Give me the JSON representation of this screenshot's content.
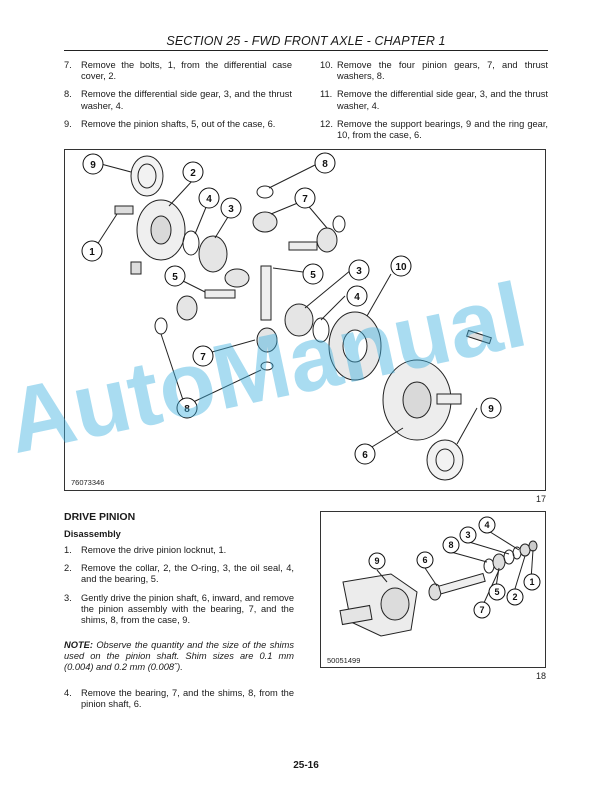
{
  "header": {
    "title": "SECTION 25 - FWD FRONT AXLE - CHAPTER 1"
  },
  "steps_left": [
    {
      "num": "7.",
      "text": "Remove the bolts, 1, from the differential case cover, 2."
    },
    {
      "num": "8.",
      "text": "Remove the differential side gear, 3, and the thrust washer, 4."
    },
    {
      "num": "9.",
      "text": "Remove the pinion shafts, 5, out of the case, 6."
    }
  ],
  "steps_right": [
    {
      "num": "10.",
      "text": "Remove the four pinion gears, 7, and thrust washers, 8."
    },
    {
      "num": "11.",
      "text": "Remove the differential side gear, 3, and the thrust washer, 4."
    },
    {
      "num": "12.",
      "text": "Remove the support bearings, 9 and the ring gear, 10, from the case, 6."
    }
  ],
  "figure1": {
    "id": "76073346",
    "number": "17",
    "callouts": [
      "9",
      "2",
      "4",
      "3",
      "1",
      "8",
      "7",
      "5",
      "5",
      "3",
      "10",
      "4",
      "7",
      "8",
      "9",
      "6"
    ]
  },
  "drive_pinion": {
    "title": "DRIVE PINION",
    "subtitle": "Disassembly",
    "steps": [
      {
        "num": "1.",
        "text": "Remove the drive pinion locknut, 1."
      },
      {
        "num": "2.",
        "text": "Remove the collar, 2, the O-ring, 3, the oil seal, 4, and the bearing, 5."
      },
      {
        "num": "3.",
        "text": "Gently drive the pinion shaft, 6, inward, and remove the pinion assembly with the bearing, 7, and the shims, 8, from the case, 9."
      }
    ],
    "note_label": "NOTE:",
    "note_text": "Observe the quantity and the size of the shims used on the pinion shaft. Shim sizes are 0.1 mm (0.004) and 0.2 mm (0.008˝).",
    "last_step": {
      "num": "4.",
      "text": "Remove the bearing, 7, and the shims, 8, from the pinion shaft, 6."
    }
  },
  "figure2": {
    "id": "50051499",
    "number": "18",
    "callouts": [
      "4",
      "3",
      "8",
      "9",
      "6",
      "1",
      "5",
      "2",
      "7"
    ]
  },
  "page": {
    "number": "25-16"
  },
  "watermark": {
    "text": "AutoManual"
  }
}
